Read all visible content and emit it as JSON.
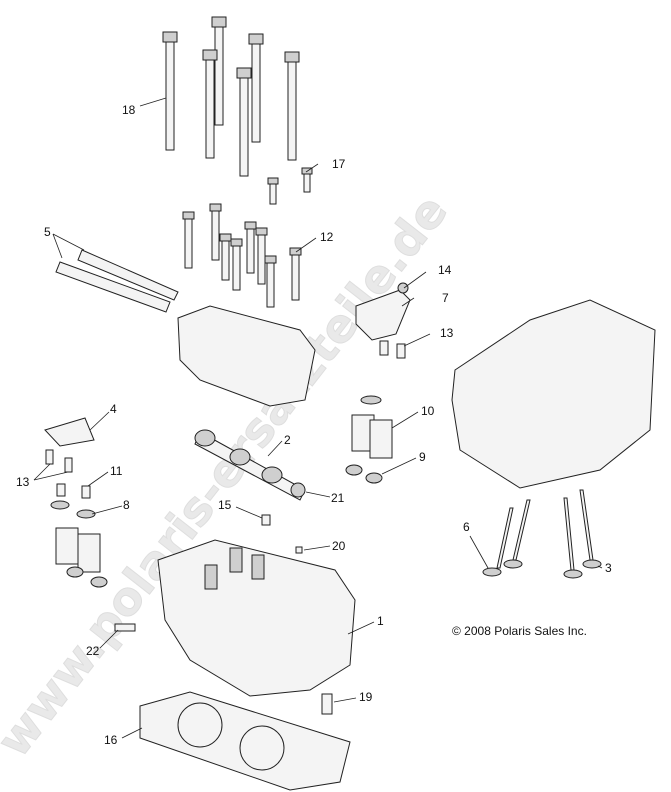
{
  "diagram": {
    "copyright": "© 2008 Polaris Sales Inc.",
    "watermark": "www.polaris-ersatzteile.de",
    "callouts": {
      "c1": "1",
      "c2": "2",
      "c3": "3",
      "c4": "4",
      "c5": "5",
      "c6": "6",
      "c7": "7",
      "c8": "8",
      "c9": "9",
      "c10": "10",
      "c11": "11",
      "c12": "12",
      "c13a": "13",
      "c13b": "13",
      "c14": "14",
      "c15": "15",
      "c16": "16",
      "c17": "17",
      "c18": "18",
      "c19": "19",
      "c20": "20",
      "c21": "21",
      "c22": "22"
    }
  }
}
